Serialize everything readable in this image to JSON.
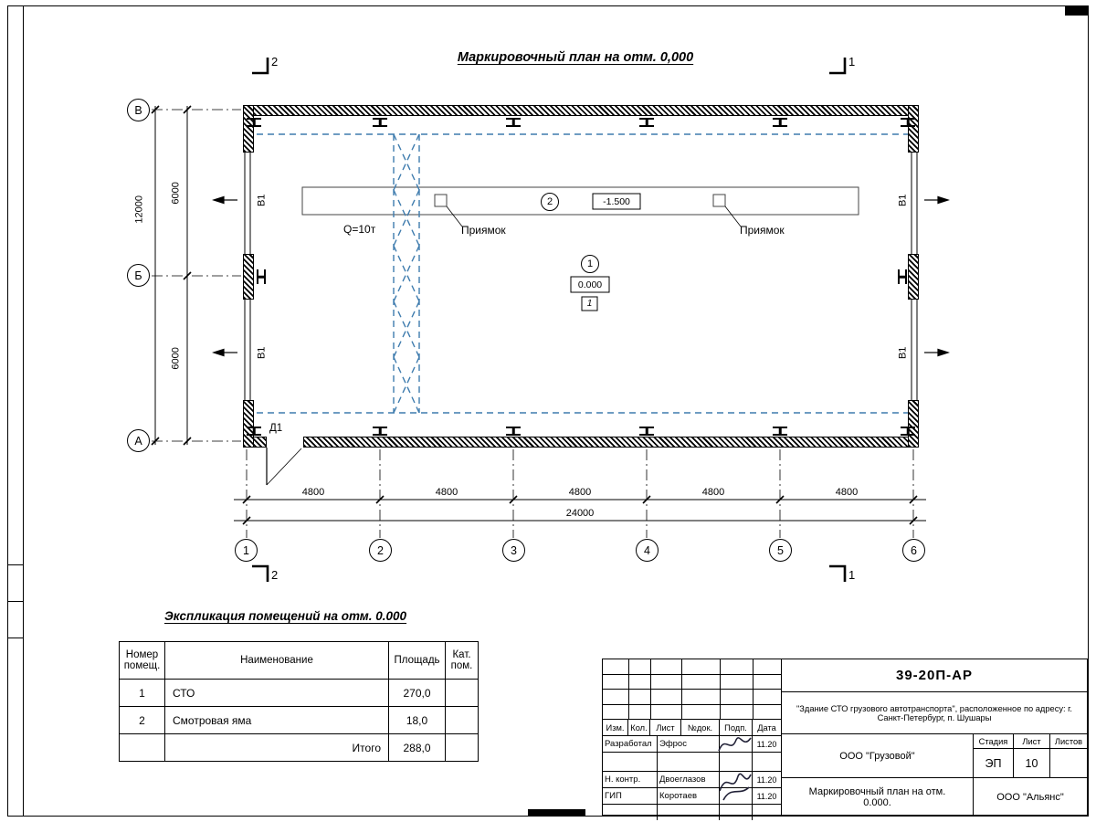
{
  "plan": {
    "title": "Маркировочный план на отм. 0,000",
    "axes_rows": [
      "В",
      "Б",
      "А"
    ],
    "axes_cols": [
      "1",
      "2",
      "3",
      "4",
      "5",
      "6"
    ],
    "dims_v": [
      "6000",
      "6000"
    ],
    "dim_v_total": "12000",
    "dims_h": [
      "4800",
      "4800",
      "4800",
      "4800",
      "4800"
    ],
    "dim_h_total": "24000",
    "sections": {
      "top_left": "2",
      "top_right": "1",
      "bottom_left": "2",
      "bottom_right": "1"
    },
    "crane_label": "Q=10т",
    "pit_labels": [
      "Приямок",
      "Приямок"
    ],
    "window_marks": [
      "В1",
      "В1",
      "В1",
      "В1"
    ],
    "door_mark": "Д1",
    "room_mark_2": "2",
    "elev_pit": "-1.500",
    "room_mark_1": "1",
    "elev_floor": "0.000",
    "floor_type_mark": "1"
  },
  "schedule": {
    "title": "Экспликация помещений на отм. 0.000",
    "headers": {
      "num": "Номер помещ.",
      "name": "Наименование",
      "area": "Площадь",
      "cat": "Кат. пом."
    },
    "rows": [
      {
        "num": "1",
        "name": "СТО",
        "area": "270,0",
        "cat": ""
      },
      {
        "num": "2",
        "name": "Смотровая яма",
        "area": "18,0",
        "cat": ""
      }
    ],
    "total_label": "Итого",
    "total_area": "288,0"
  },
  "titleblock": {
    "code": "39-20П-АР",
    "object": "\"Здание СТО грузового автотранспорта\", расположенное по адресу: г. Санкт-Петербург, п. Шушары",
    "cols": {
      "izm": "Изм.",
      "kol": "Кол.",
      "list": "Лист",
      "doc": "№док.",
      "sign": "Подп.",
      "date": "Дата"
    },
    "signers": [
      {
        "role": "Разработал",
        "name": "Эфрос",
        "date": "11.20"
      },
      {
        "role": "Н. контр.",
        "name": "Двоеглазов",
        "date": "11.20"
      },
      {
        "role": "ГИП",
        "name": "Коротаев",
        "date": "11.20"
      }
    ],
    "company": "ООО \"Грузовой\"",
    "stage_col": "Стадия",
    "sheet_col": "Лист",
    "sheets_col": "Листов",
    "stage": "ЭП",
    "sheet": "10",
    "drawing_title": "Маркировочный план на отм. 0.000.",
    "org": "ООО \"Альянс\""
  }
}
